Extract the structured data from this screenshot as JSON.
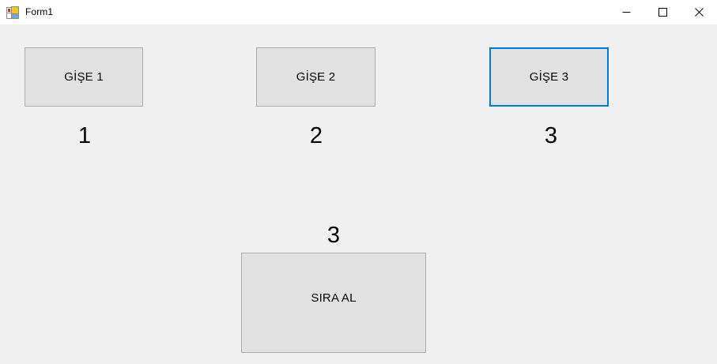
{
  "window": {
    "title": "Form1",
    "icon": "winforms-designer-icon",
    "controls": {
      "minimize": "minimize-icon",
      "maximize": "maximize-icon",
      "close": "close-icon"
    },
    "background_color": "#f0f0f0",
    "titlebar_color": "#ffffff"
  },
  "colors": {
    "button_face": "#e1e1e1",
    "button_border": "#adadad",
    "focus_border": "#0078d7",
    "text": "#000000"
  },
  "counters": [
    {
      "name": "gise-1",
      "button_label": "GİŞE 1",
      "value": "1",
      "focused": false
    },
    {
      "name": "gise-2",
      "button_label": "GİŞE 2",
      "value": "2",
      "focused": false
    },
    {
      "name": "gise-3",
      "button_label": "GİŞE 3",
      "value": "3",
      "focused": true
    }
  ],
  "queue": {
    "current_number": "3",
    "take_number_label": "SIRA AL"
  }
}
